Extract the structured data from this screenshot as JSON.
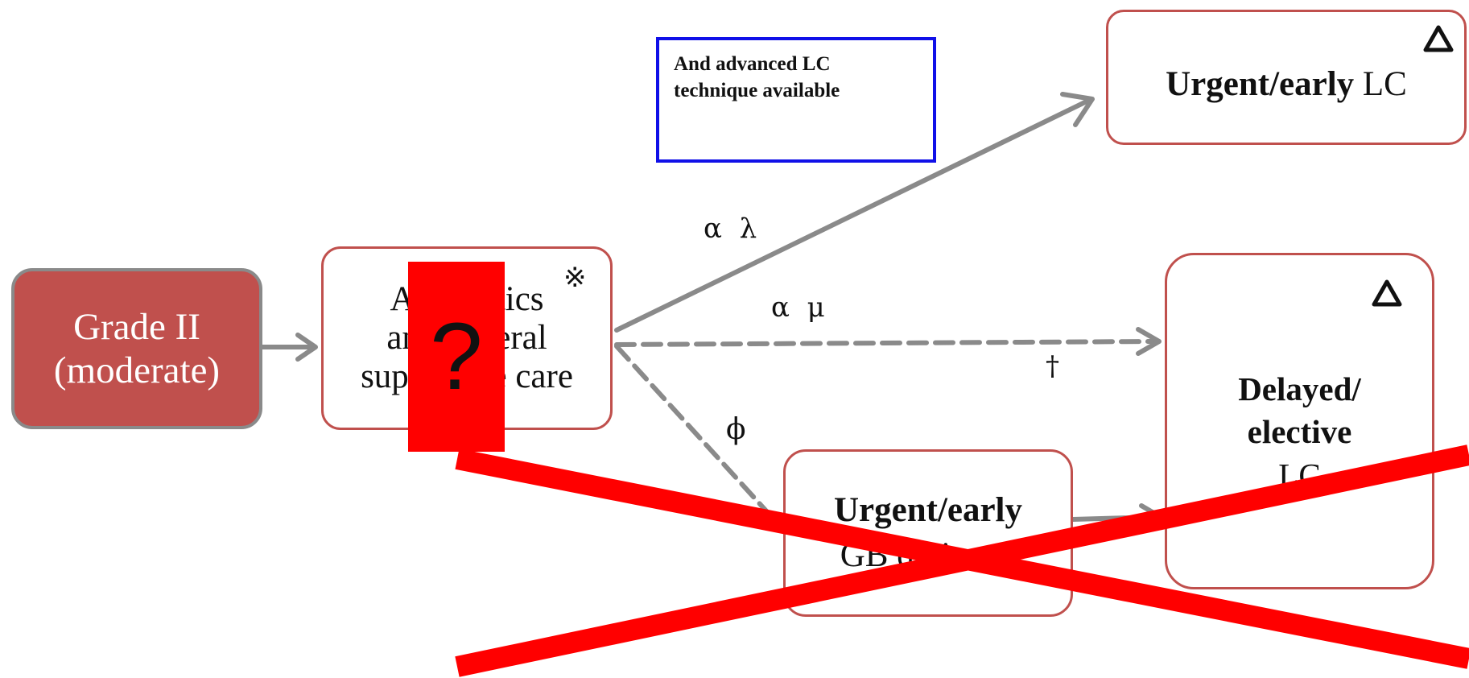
{
  "nodes": {
    "grade": {
      "line1": "Grade II",
      "line2": "(moderate)"
    },
    "antibiotics": {
      "line1": "Antibiotics",
      "line2": "and general",
      "line3": "supportive care",
      "mark": "※"
    },
    "urgent_lc": {
      "bold": "Urgent/early",
      "rest": " LC"
    },
    "delayed": {
      "line1": "Delayed/",
      "line2": "elective",
      "line3": "LC"
    },
    "gb_drainage": {
      "line1": "Urgent/early",
      "line2": "GB drainage"
    }
  },
  "note_box": {
    "text": "And advanced LC technique available"
  },
  "labels": {
    "upper_path": "α  λ",
    "middle_path": "α  μ",
    "dagger": "†",
    "lower_path": "ϕ"
  },
  "overlay": {
    "question": "?"
  },
  "colors": {
    "node_border": "#c0504d",
    "grade_fill": "#c0504d",
    "arrow": "#8a8a8a",
    "note_border": "#1010e8",
    "overlay_red": "#ff0000"
  }
}
